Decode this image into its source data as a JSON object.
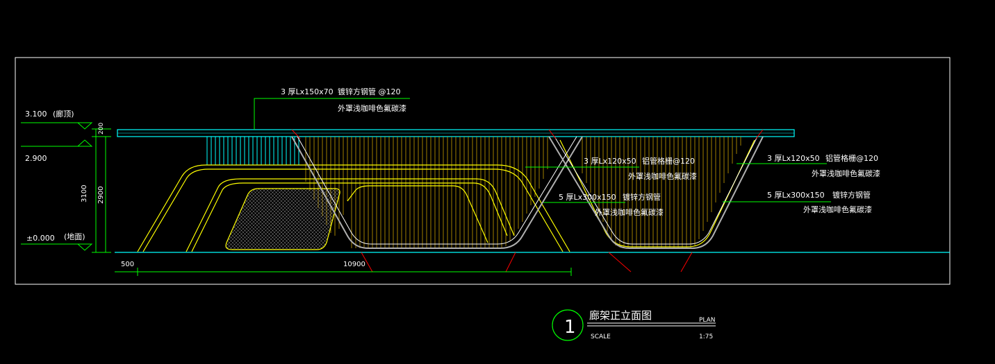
{
  "drawing": {
    "levels": [
      {
        "value": "3.100",
        "note": "(廊顶)"
      },
      {
        "value": "2.900",
        "note": ""
      },
      {
        "value": "±0.000",
        "note": "(地面)"
      }
    ],
    "vertical_dims": [
      "200",
      "3100",
      "2900"
    ],
    "horizontal_dims": [
      "500",
      "10900"
    ],
    "annotations": [
      {
        "spec": "3 厚Lx150x70",
        "material": "镀锌方钢管 @120",
        "finish": "外罩浅咖啡色氟碳漆"
      },
      {
        "spec": "3 厚Lx120x50",
        "material": "铝管格栅@120",
        "finish": "外罩浅咖啡色氟碳漆"
      },
      {
        "spec": "5 厚Lx300x150",
        "material": "镀锌方钢管",
        "finish": "外罩浅咖啡色氟碳漆"
      },
      {
        "spec": "3 厚Lx120x50",
        "material": "铝管格栅@120",
        "finish": "外罩浅咖啡色氟碳漆"
      },
      {
        "spec": "5 厚Lx300x150",
        "material": "镀锌方钢管",
        "finish": "外罩浅咖啡色氟碳漆"
      }
    ]
  },
  "title_block": {
    "number": "1",
    "title": "廊架正立面图",
    "plan_label": "PLAN",
    "scale_label": "SCALE",
    "scale_value": "1:75"
  },
  "colors": {
    "background": "#000000",
    "frame": "#ffffff",
    "cyan": "#00ffff",
    "yellow": "#ffff00",
    "green": "#00ff00",
    "red": "#ff0000",
    "white": "#ffffff"
  }
}
